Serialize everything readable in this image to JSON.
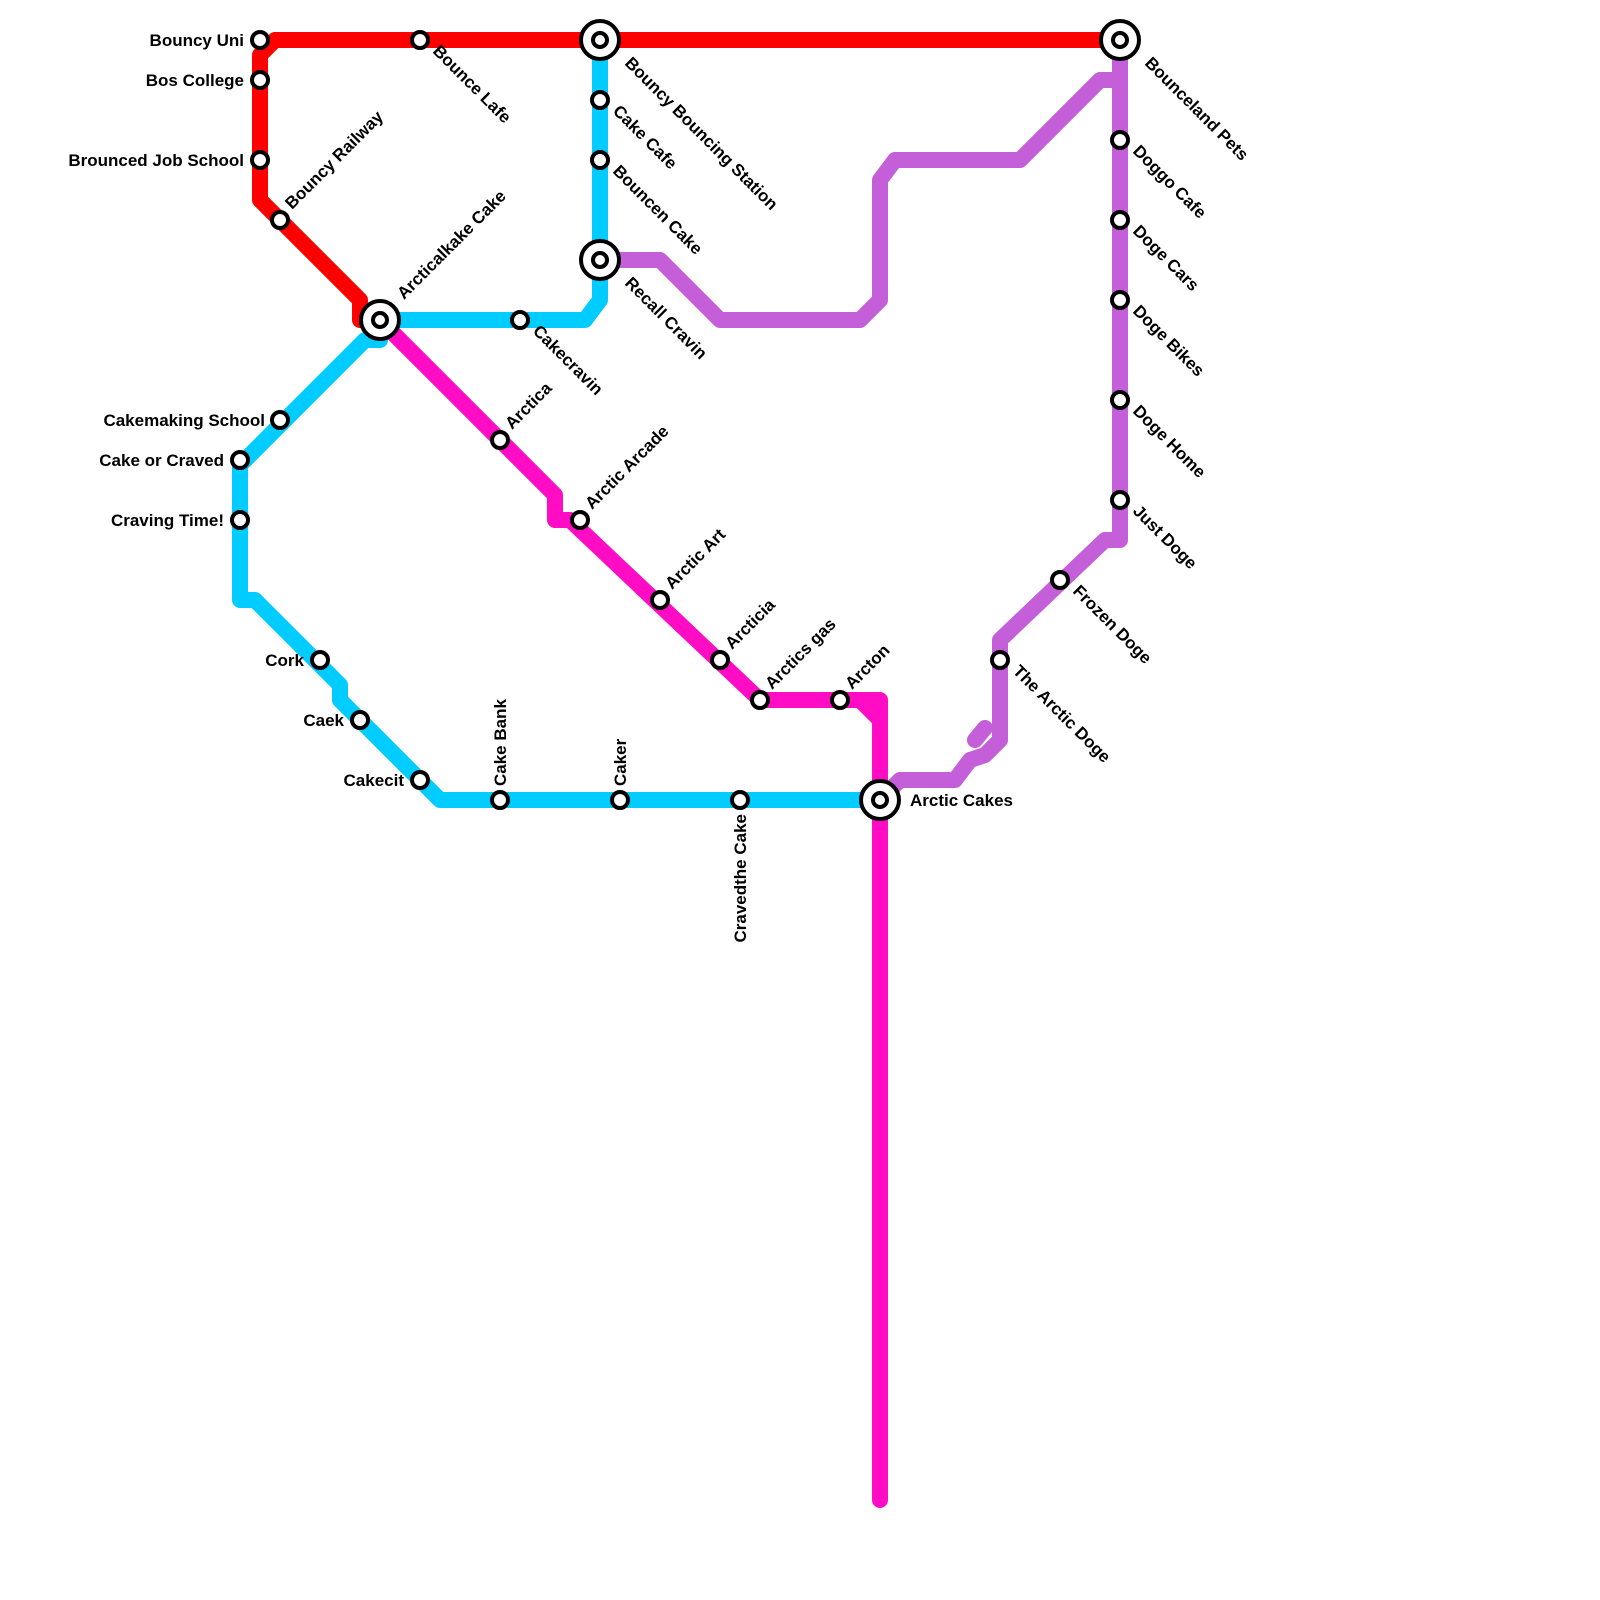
{
  "lines": [
    {
      "name": "red",
      "color": "#ff0000"
    },
    {
      "name": "blue",
      "color": "#00ccff"
    },
    {
      "name": "magenta",
      "color": "#ff0cc4"
    },
    {
      "name": "purple",
      "color": "#c45ed9"
    }
  ],
  "stations": [
    {
      "id": "bouncy-uni",
      "label": "Bouncy Uni"
    },
    {
      "id": "bos-college",
      "label": "Bos College"
    },
    {
      "id": "brounced-job-school",
      "label": "Brounced Job School"
    },
    {
      "id": "bouncy-railway",
      "label": "Bouncy Railway"
    },
    {
      "id": "bounce-lafe",
      "label": "Bounce Lafe"
    },
    {
      "id": "bouncy-bouncing-station",
      "label": "Bouncy Bouncing Station"
    },
    {
      "id": "bounceland-pets",
      "label": "Bounceland Pets"
    },
    {
      "id": "cake-cafe",
      "label": "Cake Cafe"
    },
    {
      "id": "bouncen-cake",
      "label": "Bouncen Cake"
    },
    {
      "id": "recall-cravin",
      "label": "Recall Cravin"
    },
    {
      "id": "arcticalkake-cake",
      "label": "Arcticalkake Cake"
    },
    {
      "id": "cakecravin",
      "label": "Cakecravin"
    },
    {
      "id": "cakemaking-school",
      "label": "Cakemaking School"
    },
    {
      "id": "cake-or-craved",
      "label": "Cake or Craved"
    },
    {
      "id": "craving-time",
      "label": "Craving Time!"
    },
    {
      "id": "cork",
      "label": "Cork"
    },
    {
      "id": "caek",
      "label": "Caek"
    },
    {
      "id": "cakecit",
      "label": "Cakecit"
    },
    {
      "id": "cake-bank",
      "label": "Cake Bank"
    },
    {
      "id": "caker",
      "label": "Caker"
    },
    {
      "id": "cravedthe-cake",
      "label": "Cravedthe Cake"
    },
    {
      "id": "arctic-cakes",
      "label": "Arctic Cakes"
    },
    {
      "id": "arctica",
      "label": "Arctica"
    },
    {
      "id": "arctic-arcade",
      "label": "Arctic Arcade"
    },
    {
      "id": "arctic-art",
      "label": "Arctic Art"
    },
    {
      "id": "arcticia",
      "label": "Arcticia"
    },
    {
      "id": "arctics-gas",
      "label": "Arctics gas"
    },
    {
      "id": "arcton",
      "label": "Arcton"
    },
    {
      "id": "doggo-cafe",
      "label": "Doggo Cafe"
    },
    {
      "id": "doge-cars",
      "label": "Doge Cars"
    },
    {
      "id": "doge-bikes",
      "label": "Doge Bikes"
    },
    {
      "id": "doge-home",
      "label": "Doge Home"
    },
    {
      "id": "just-doge",
      "label": "Just Doge"
    },
    {
      "id": "frozen-doge",
      "label": "Frozen Doge"
    },
    {
      "id": "the-arctic-doge",
      "label": "The Arctic Doge"
    }
  ]
}
